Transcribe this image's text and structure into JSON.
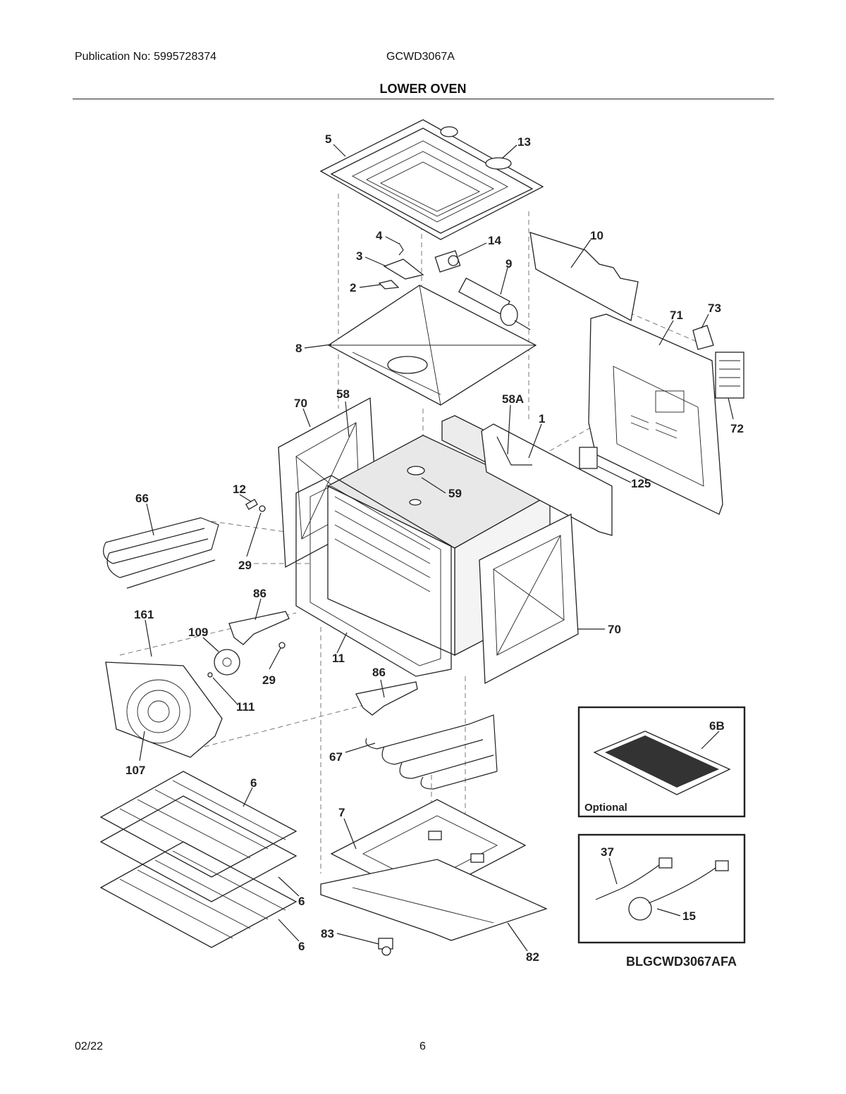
{
  "header": {
    "publication": "Publication No: 5995728374",
    "model": "GCWD3067A",
    "title": "LOWER OVEN"
  },
  "footer": {
    "date": "02/22",
    "page": "6"
  },
  "diagram": {
    "callouts": [
      "5",
      "13",
      "4",
      "14",
      "10",
      "3",
      "9",
      "2",
      "73",
      "71",
      "8",
      "70",
      "58",
      "58A",
      "1",
      "72",
      "125",
      "66",
      "12",
      "59",
      "29",
      "86",
      "70",
      "161",
      "109",
      "11",
      "29",
      "86",
      "111",
      "107",
      "67",
      "6",
      "7",
      "6",
      "6",
      "83",
      "82"
    ],
    "inset_optional": {
      "callout": "6B",
      "caption": "Optional"
    },
    "inset_sensor": {
      "callouts": [
        "37",
        "15"
      ]
    },
    "figure_code": "BLGCWD3067AFA"
  }
}
